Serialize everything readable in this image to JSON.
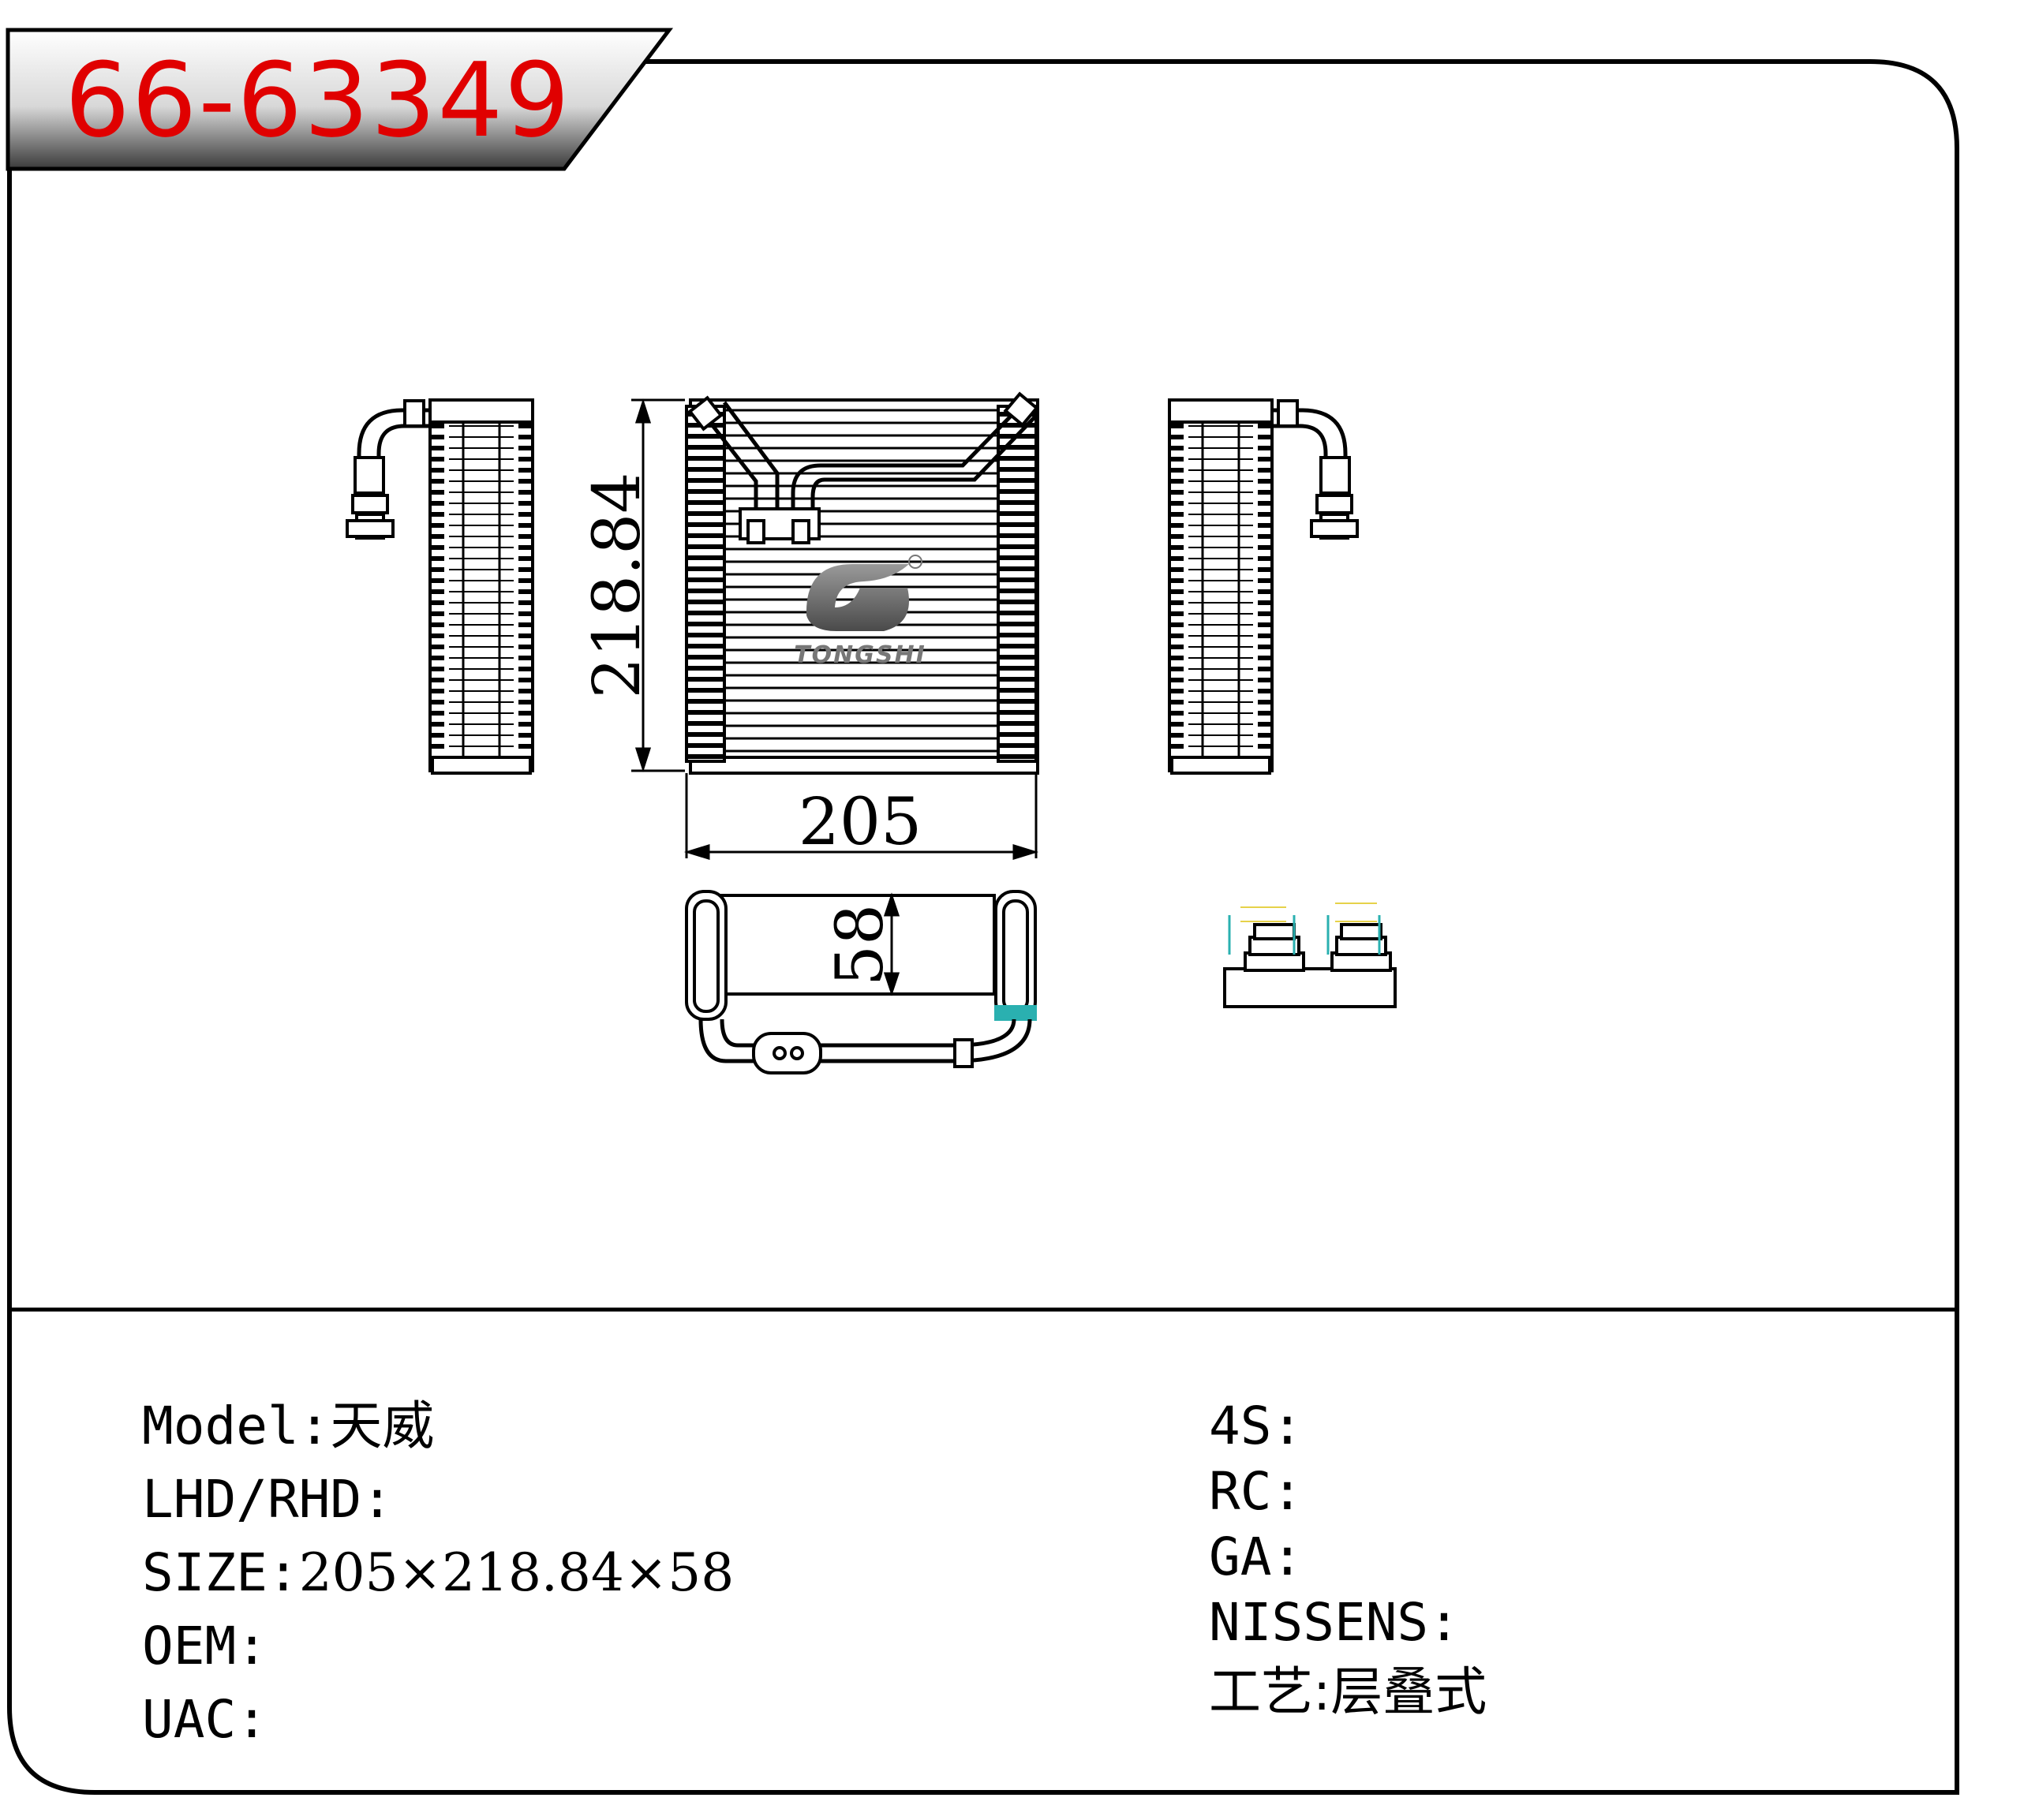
{
  "header": {
    "part_number": "66-63349"
  },
  "drawing": {
    "logo_text": "TONGSHI",
    "dimensions": {
      "width": "205",
      "height": "218.84",
      "depth": "58"
    }
  },
  "specs_left": [
    {
      "label": "Model:",
      "value": "天威"
    },
    {
      "label": "LHD/RHD:",
      "value": ""
    },
    {
      "label": "SIZE:",
      "value": "205×218.84×58"
    },
    {
      "label": "OEM:",
      "value": ""
    },
    {
      "label": "UAC:",
      "value": ""
    }
  ],
  "specs_right": [
    {
      "label": "4S:",
      "value": ""
    },
    {
      "label": "RC:",
      "value": ""
    },
    {
      "label": "GA:",
      "value": ""
    },
    {
      "label": "NISSENS:",
      "value": ""
    },
    {
      "label": "工艺:",
      "value": "层叠式"
    }
  ],
  "colors": {
    "part_number": "#e00000",
    "fitting_accent": "#2ab0b0",
    "annotation": "#e6d24a"
  }
}
